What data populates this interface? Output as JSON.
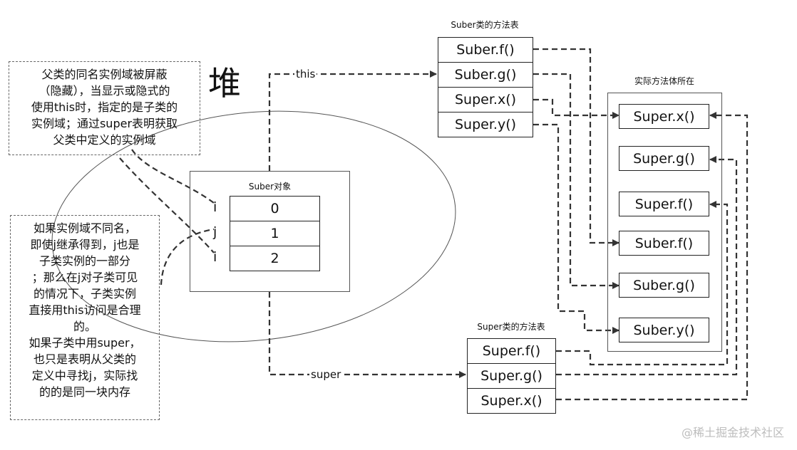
{
  "heap_label": "堆",
  "note_top": {
    "lines": [
      "父类的同名实例域被屏蔽",
      "（隐藏），当显示或隐式的",
      "使用this时，指定的是子类的",
      "实例域；通过super表明获取",
      "父类中定义的实例域"
    ]
  },
  "note_bottom": {
    "lines": [
      "如果实例域不同名，",
      "即使j继承得到，j也是",
      "子类实例的一部分",
      "；那么在j对子类可见",
      "的情况下，子类实例",
      "直接用this访问是合理",
      "的。",
      "如果子类中用super，",
      "也只是表明从父类的",
      "定义中寻找j，实际找",
      "的的是同一块内存"
    ]
  },
  "suber_object": {
    "title": "Suber对象",
    "fields": [
      {
        "name": "i",
        "value": "0"
      },
      {
        "name": "j",
        "value": "1"
      },
      {
        "name": "i",
        "value": "2"
      }
    ]
  },
  "suber_method_table": {
    "title": "Suber类的方法表",
    "entries": [
      "Suber.f()",
      "Suber.g()",
      "Super.x()",
      "Super.y()"
    ]
  },
  "super_method_table": {
    "title": "Super类的方法表",
    "entries": [
      "Super.f()",
      "Super.g()",
      "Super.x()"
    ]
  },
  "method_bodies": {
    "title": "实际方法体所在",
    "entries": [
      "Super.x()",
      "Super.g()",
      "Super.f()",
      "Suber.f()",
      "Suber.g()",
      "Suber.y()"
    ]
  },
  "arrow_labels": {
    "this": "this",
    "super": "super"
  },
  "watermark": "@稀土掘金技术社区",
  "colors": {
    "line": "#333333",
    "box_border": "#222222",
    "note_border": "#666666",
    "watermark": "#bdbdbd"
  }
}
